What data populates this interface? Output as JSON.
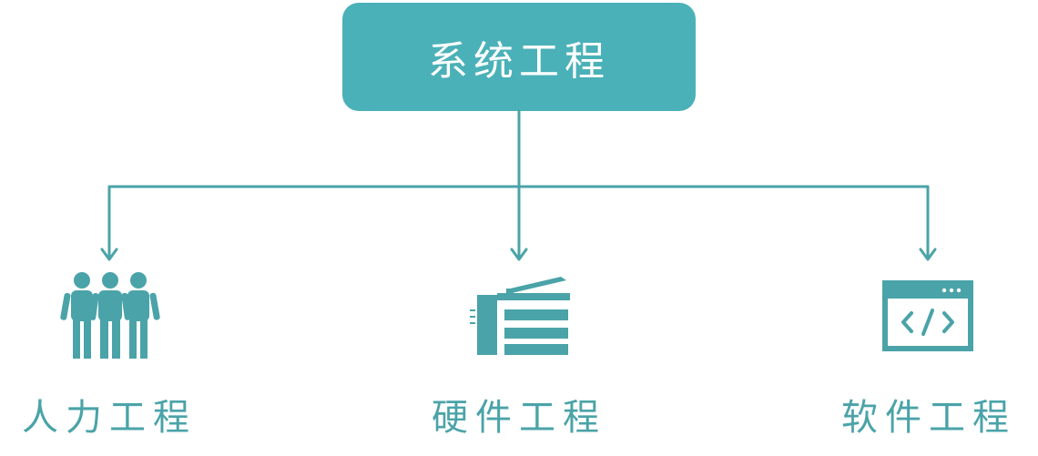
{
  "root": {
    "label": "系统工程"
  },
  "children": [
    {
      "label": "人力工程",
      "icon": "people-group-icon"
    },
    {
      "label": "硬件工程",
      "icon": "copier-machine-icon"
    },
    {
      "label": "软件工程",
      "icon": "code-window-icon"
    }
  ],
  "colors": {
    "primary": "#4bb1b8",
    "line": "#4aa3a8",
    "text": "#4aa3a8"
  }
}
